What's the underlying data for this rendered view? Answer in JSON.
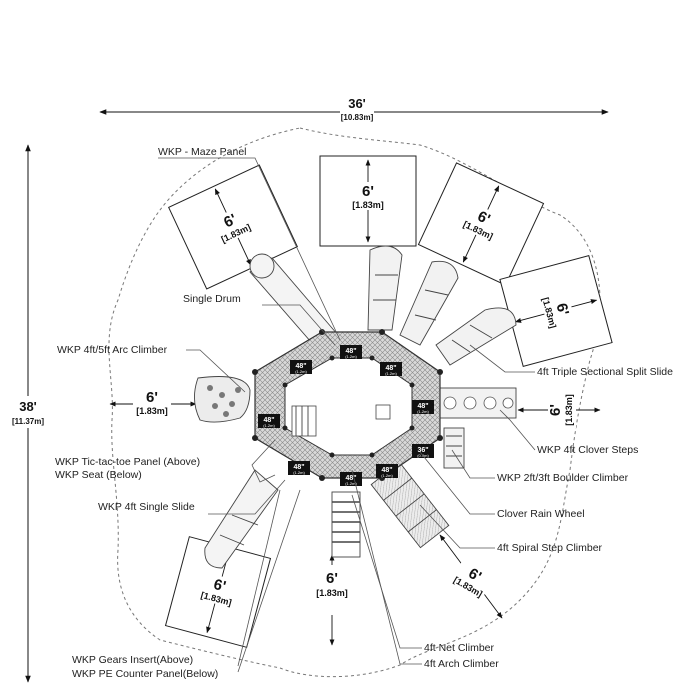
{
  "dimensions": {
    "width_ft": "36'",
    "width_m": "[10.83m]",
    "depth_ft": "38'",
    "depth_m": "[11.37m]"
  },
  "clearance": {
    "ft": "6'",
    "m": "[1.83m]"
  },
  "deck_labels": {
    "d48_ft": "48\"",
    "d48_m": "(1.2m)",
    "d36_ft": "36\"",
    "d36_m": "(0.9m)"
  },
  "callouts": {
    "maze_panel": "WKP - Maze Panel",
    "single_drum": "Single Drum",
    "arc_climber": "WKP 4ft/5ft Arc Climber",
    "tictactoe": "WKP Tic-tac-toe Panel (Above)",
    "seat": "WKP Seat (Below)",
    "single_slide": "WKP 4ft Single Slide",
    "gears_insert": "WKP Gears Insert(Above)",
    "pe_counter": "WKP PE Counter Panel(Below)",
    "triple_slide": "4ft Triple Sectional Split Slide",
    "clover_steps": "WKP 4ft Clover Steps",
    "boulder_climber": "WKP 2ft/3ft Boulder Climber",
    "rain_wheel": "Clover Rain Wheel",
    "spiral_step": "4ft Spiral Step Climber",
    "net_climber": "4ft Net Climber",
    "arch_climber": "4ft Arch Climber"
  }
}
